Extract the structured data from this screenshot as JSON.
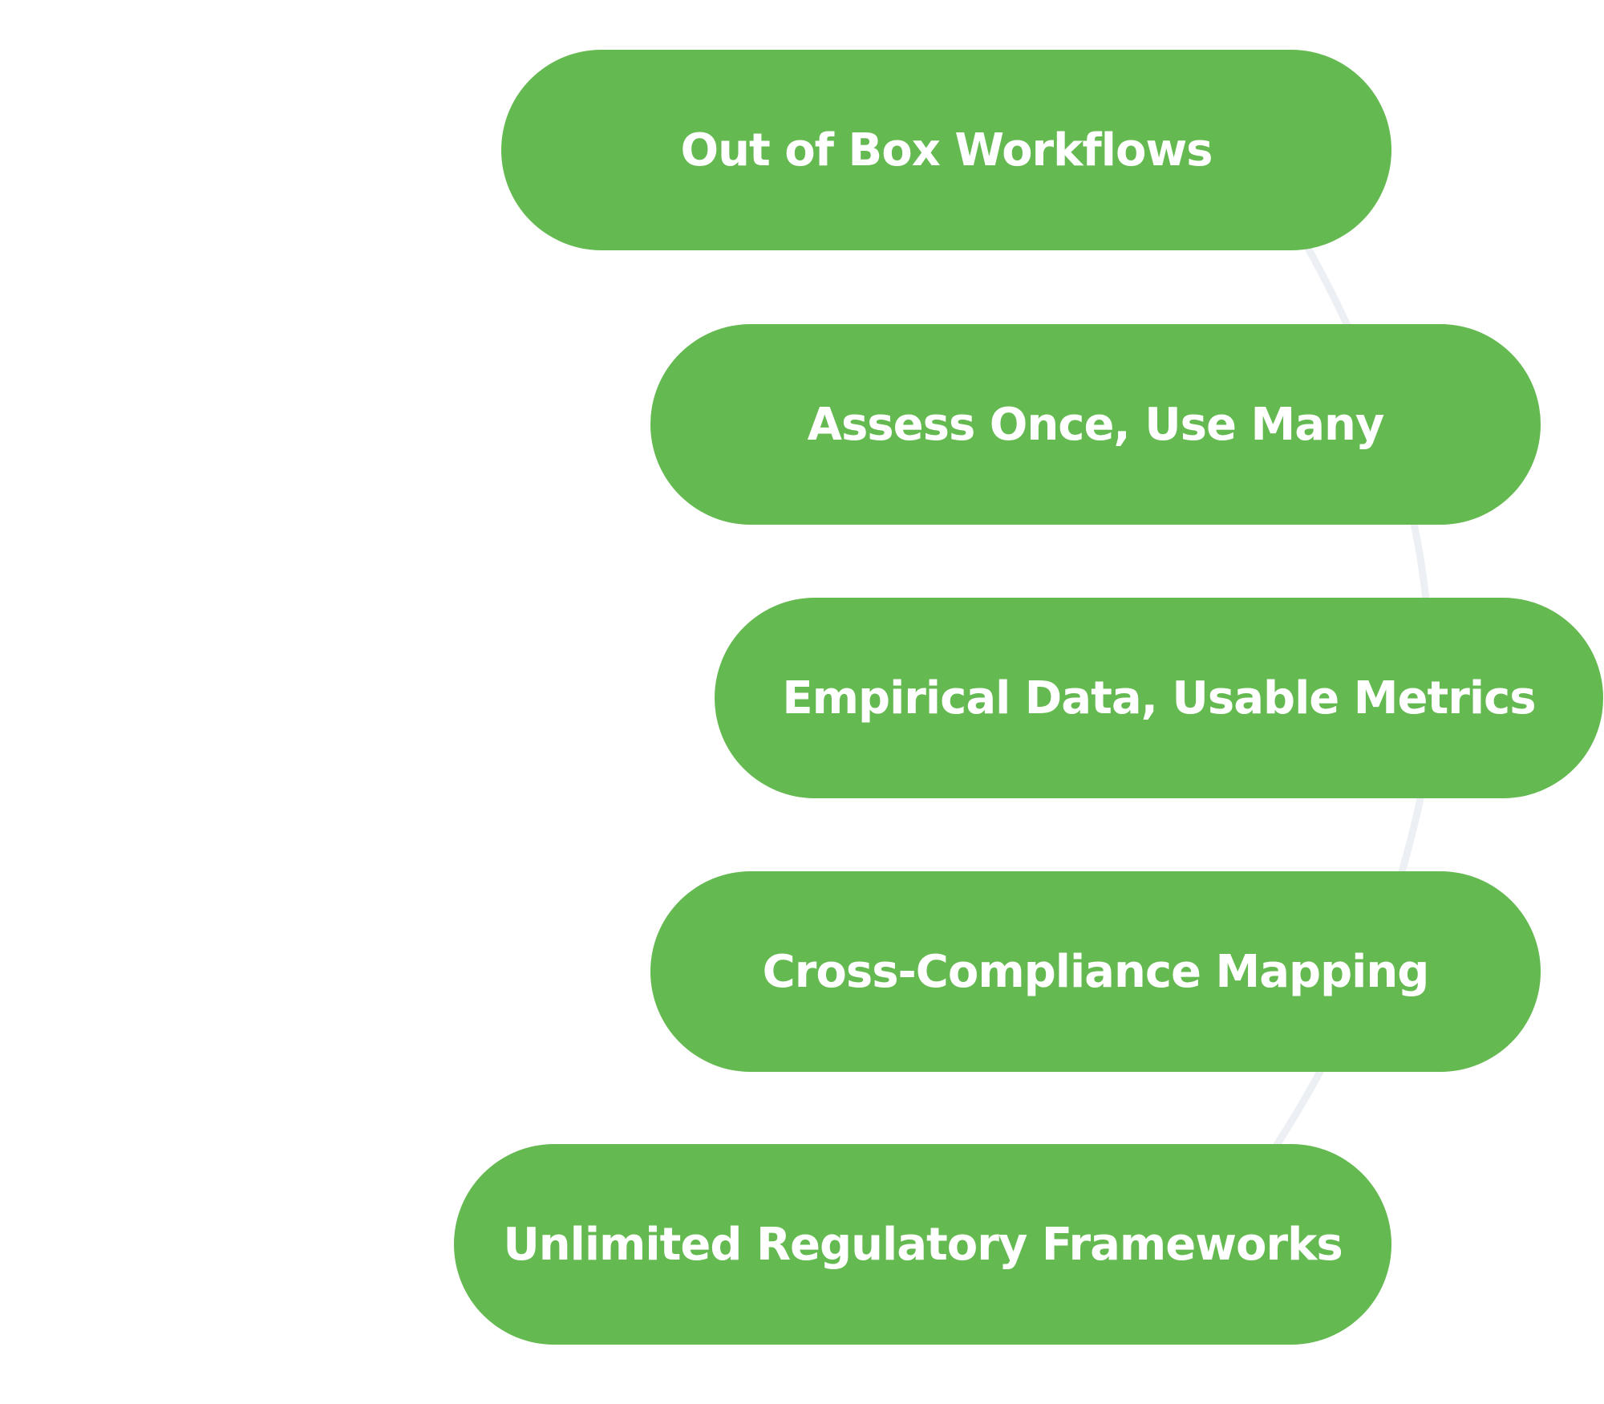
{
  "colors": {
    "pill_fill": "#64b950",
    "pill_text": "#ffffff",
    "arc_stroke": "#eceff3",
    "background": "#ffffff"
  },
  "items": [
    {
      "label": "Out of Box Workflows"
    },
    {
      "label": "Assess Once, Use Many"
    },
    {
      "label": "Empirical Data, Usable Metrics"
    },
    {
      "label": "Cross-Compliance Mapping"
    },
    {
      "label": "Unlimited Regulatory Frameworks"
    }
  ]
}
